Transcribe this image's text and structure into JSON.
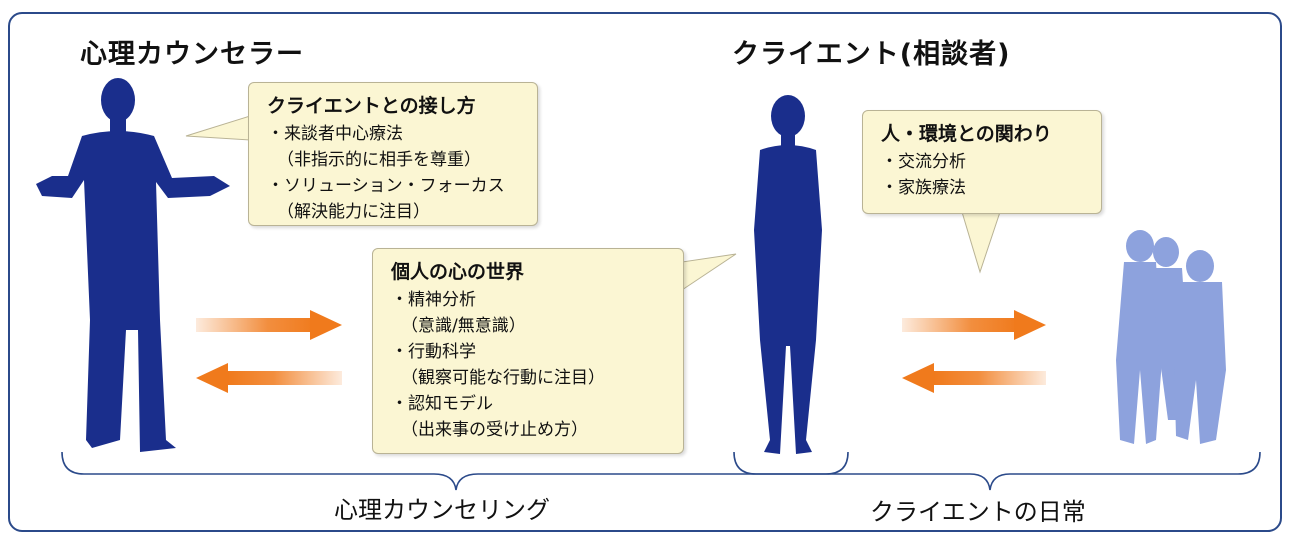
{
  "titles": {
    "counselor": "心理カウンセラー",
    "client": "クライエント(相談者)"
  },
  "bubbles": {
    "approach": {
      "title": "クライエントとの接し方",
      "items": [
        {
          "text": "・来談者中心療法",
          "note": "（非指示的に相手を尊重）"
        },
        {
          "text": "・ソリューション・フォーカス",
          "note": "（解決能力に注目）"
        }
      ]
    },
    "inner_world": {
      "title": "個人の心の世界",
      "items": [
        {
          "text": "・精神分析",
          "note": "（意識/無意識）"
        },
        {
          "text": "・行動科学",
          "note": "（観察可能な行動に注目）"
        },
        {
          "text": "・認知モデル",
          "note": "（出来事の受け止め方）"
        }
      ]
    },
    "relations": {
      "title": "人・環境との関わり",
      "items": [
        {
          "text": "・交流分析"
        },
        {
          "text": "・家族療法"
        }
      ]
    }
  },
  "captions": {
    "counseling": "心理カウンセリング",
    "daily_life": "クライエントの日常"
  },
  "colors": {
    "frame": "#2b4a8a",
    "silhouette": "#1a2e8c",
    "group_silhouette": "#8da2dd",
    "arrow": "#f07a1c",
    "bubble_fill": "#fbf6d3",
    "bracket": "#2b4a8a"
  }
}
